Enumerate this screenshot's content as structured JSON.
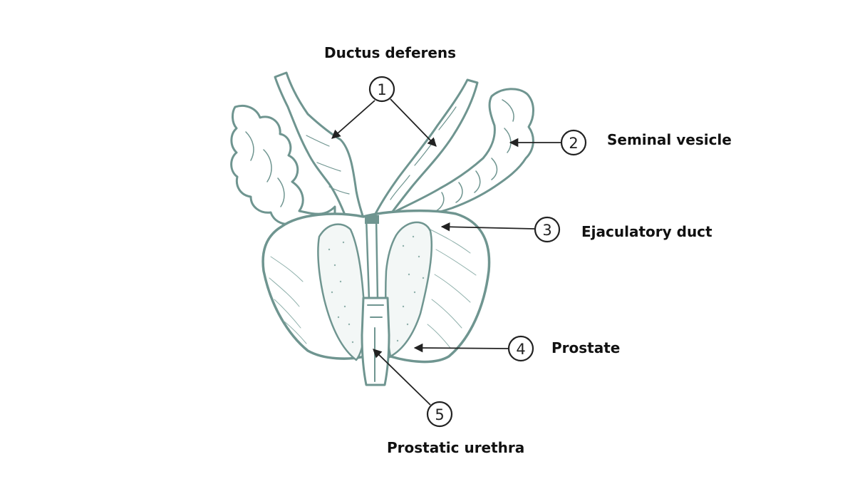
{
  "colors": {
    "illustration": "#6f9590",
    "illustration_light": "#a9c2be",
    "callout": "#222222",
    "text": "#111111",
    "background": "#ffffff"
  },
  "callouts": [
    {
      "number": "1",
      "label": "Ductus deferens"
    },
    {
      "number": "2",
      "label": "Seminal vesicle"
    },
    {
      "number": "3",
      "label": "Ejaculatory duct"
    },
    {
      "number": "4",
      "label": "Prostate"
    },
    {
      "number": "5",
      "label": "Prostatic urethra"
    }
  ]
}
